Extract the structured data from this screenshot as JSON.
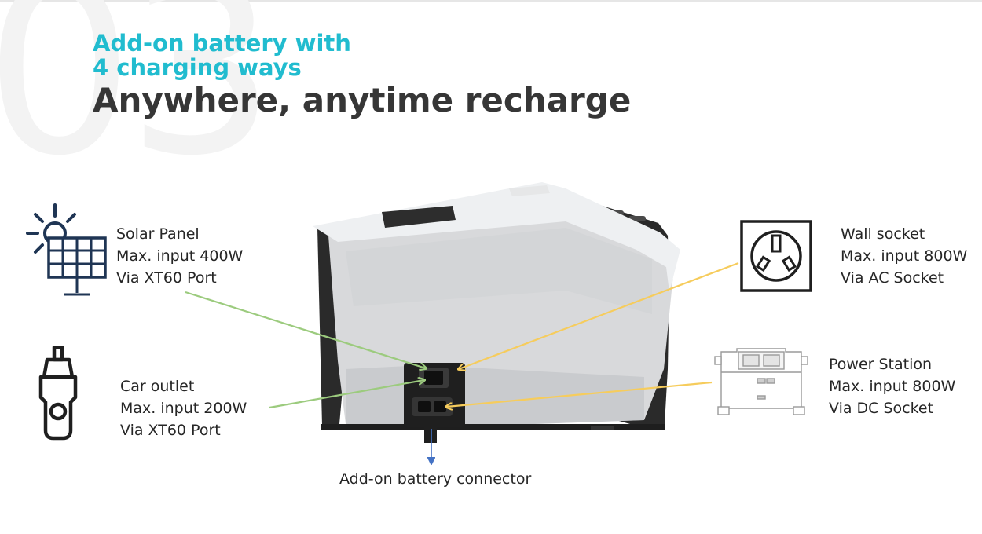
{
  "page": {
    "bg_number": "03",
    "subtitle_line1": "Add-on battery with",
    "subtitle_line2": "4 charging ways",
    "headline": "Anywhere, anytime recharge"
  },
  "sources": {
    "solar": {
      "name": "Solar Panel",
      "input": "Max. input 400W",
      "port": "Via XT60 Port"
    },
    "car": {
      "name": "Car outlet",
      "input": "Max. input 200W",
      "port": "Via XT60 Port"
    },
    "wall": {
      "name": "Wall socket",
      "input": "Max. input 800W",
      "port": "Via AC Socket"
    },
    "station": {
      "name": "Power Station",
      "input": "Max. input 800W",
      "port": "Via DC Socket"
    }
  },
  "connector": {
    "label": "Add-on battery connector"
  },
  "icons": {
    "solar": "solar-panel-icon",
    "car": "car-charger-icon",
    "wall": "wall-socket-icon",
    "station": "power-station-icon"
  },
  "colors": {
    "accent": "#21bccf",
    "headline": "#363636",
    "green_arrow": "#9ccb7e",
    "yellow_arrow": "#f6cc5c",
    "blue_arrow": "#4472c4",
    "icon_navy": "#1f3554"
  }
}
